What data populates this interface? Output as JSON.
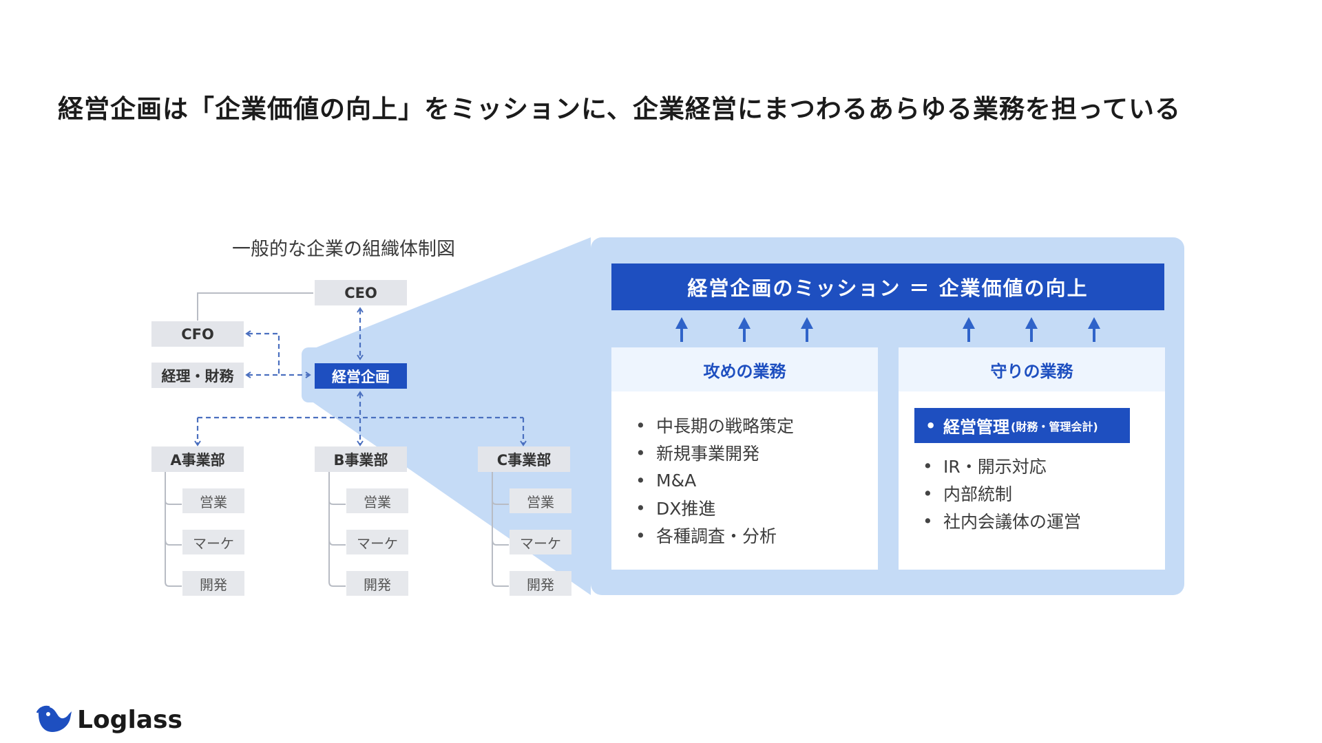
{
  "title": "経営企画は「企業価値の向上」をミッションに、企業経営にまつわるあらゆる業務を担っている",
  "org_chart": {
    "caption": "一般的な企業の組織体制図",
    "ceo": "CEO",
    "cfo": "CFO",
    "finance": "経理・財務",
    "planning": "経営企画",
    "divisions": [
      {
        "name": "A事業部",
        "teams": [
          "営業",
          "マーケ",
          "開発"
        ]
      },
      {
        "name": "B事業部",
        "teams": [
          "営業",
          "マーケ",
          "開発"
        ]
      },
      {
        "name": "C事業部",
        "teams": [
          "営業",
          "マーケ",
          "開発"
        ]
      }
    ]
  },
  "mission": {
    "label": "経営企画のミッション ＝ 企業価値の向上",
    "offense": {
      "header": "攻めの業務",
      "items": [
        "中長期の戦略策定",
        "新規事業開発",
        "M&A",
        "DX推進",
        "各種調査・分析"
      ]
    },
    "defense": {
      "header": "守りの業務",
      "highlight_main": "経営管理",
      "highlight_sub": "(財務・管理会計)",
      "items": [
        "IR・開示対応",
        "内部統制",
        "社内会議体の運営"
      ]
    }
  },
  "bullet": "•",
  "logo": {
    "text": "Loglass",
    "icon": "whale-icon"
  },
  "colors": {
    "accent": "#1e4fc0",
    "panel": "#c5dbf6",
    "card_header": "#eef5fe",
    "box": "#e3e5ea",
    "connector": "#4a6fbf"
  }
}
